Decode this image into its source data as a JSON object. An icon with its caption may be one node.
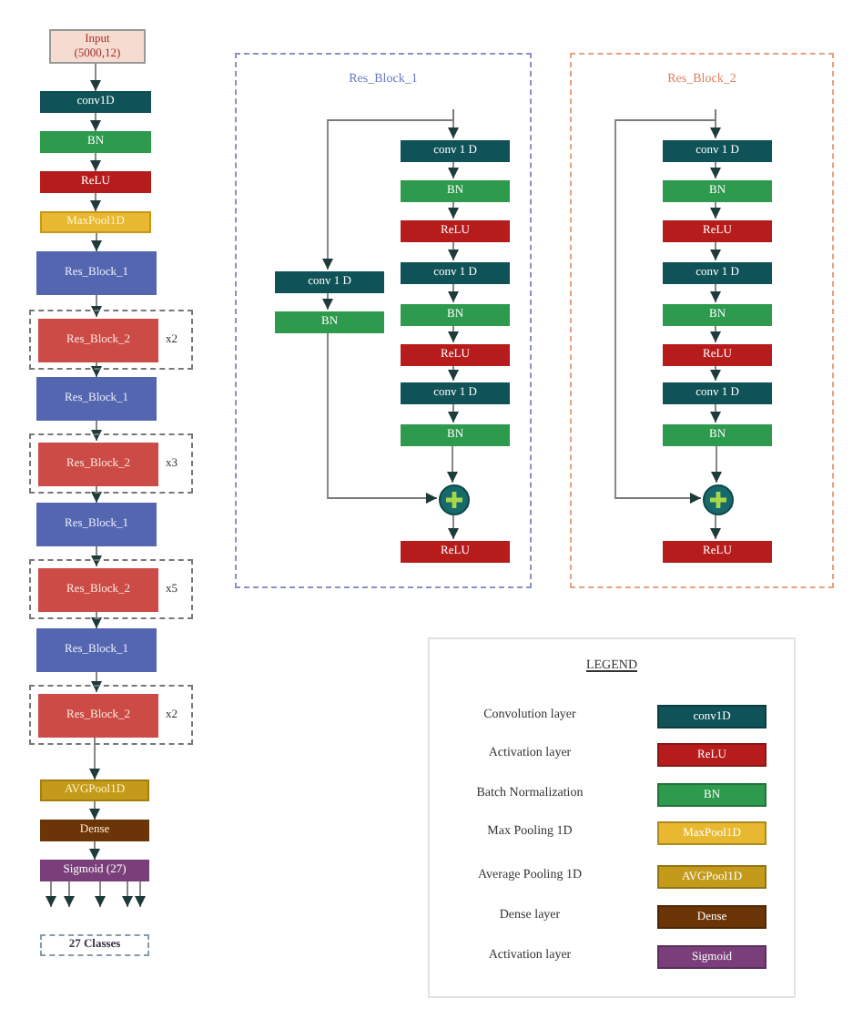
{
  "diagram": {
    "nodes": [
      {
        "text": [
          "Input (5000,12)"
        ]
      },
      {
        "text": [
          "conv1D"
        ]
      },
      {
        "text": [
          "BN"
        ]
      },
      {
        "text": [
          "ReLU"
        ]
      },
      {
        "text": [
          "MaxPool1D"
        ]
      },
      {
        "text": [
          "Res_Block_1"
        ]
      },
      {
        "text": [
          "x2"
        ]
      },
      {
        "text": [
          "Res_Block_2"
        ],
        "in": 6
      },
      {
        "text": [
          "Res_Block_1"
        ]
      },
      {
        "text": [
          "x3"
        ]
      },
      {
        "text": [
          "Res_Block_2"
        ],
        "in": 9
      },
      {
        "text": [
          "Res_Block_1"
        ]
      },
      {
        "text": [
          "x5"
        ]
      },
      {
        "text": [
          "Res_Block_2"
        ],
        "in": 12
      },
      {
        "text": [
          "Res_Block_1"
        ]
      },
      {
        "text": [
          "x2"
        ]
      },
      {
        "text": [
          "Res_Block_2"
        ],
        "in": 15
      },
      {
        "text": [
          "AVGPool1D"
        ]
      },
      {
        "text": [
          "Dense"
        ]
      },
      {
        "text": [
          "Sigmoid (27)"
        ]
      },
      {
        "text": [
          "27 Classes"
        ]
      },
      {
        "text": [
          "Res_Block_1"
        ]
      },
      {
        "text": [
          "conv 1 D"
        ],
        "in": 21
      },
      {
        "text": [
          "BN"
        ],
        "in": 21
      },
      {
        "text": [
          "ReLU"
        ],
        "in": 21
      },
      {
        "text": [
          "conv 1 D"
        ],
        "in": 21
      },
      {
        "text": [
          "BN"
        ],
        "in": 21
      },
      {
        "text": [
          "ReLU"
        ],
        "in": 21
      },
      {
        "text": [
          "conv 1 D"
        ],
        "in": 21
      },
      {
        "text": [
          "BN"
        ],
        "in": 21
      },
      {
        "text": [
          "conv 1 D"
        ],
        "in": 21
      },
      {
        "text": [
          "BN"
        ],
        "in": 21
      },
      {
        "text": [],
        "shape": "circle",
        "in": 21
      },
      {
        "text": [
          "ReLU"
        ],
        "in": 21
      },
      {
        "text": [
          "Res_Block_2"
        ]
      },
      {
        "text": [
          "conv 1 D"
        ],
        "in": 34
      },
      {
        "text": [
          "BN"
        ],
        "in": 34
      },
      {
        "text": [
          "ReLU"
        ],
        "in": 34
      },
      {
        "text": [
          "conv 1 D"
        ],
        "in": 34
      },
      {
        "text": [
          "BN"
        ],
        "in": 34
      },
      {
        "text": [
          "ReLU"
        ],
        "in": 34
      },
      {
        "text": [
          "conv 1 D"
        ],
        "in": 34
      },
      {
        "text": [
          "BN"
        ],
        "in": 34
      },
      {
        "text": [],
        "shape": "circle",
        "in": 34
      },
      {
        "text": [
          "ReLU"
        ],
        "in": 34
      }
    ],
    "edges": [
      {
        "from": 0,
        "to": 1,
        "arrow": "to"
      },
      {
        "from": 1,
        "to": 2,
        "arrow": "to"
      },
      {
        "from": 2,
        "to": 3,
        "arrow": "to"
      },
      {
        "from": 3,
        "to": 4,
        "arrow": "to"
      },
      {
        "from": 4,
        "to": 5,
        "arrow": "to"
      },
      {
        "from": 5,
        "to": 7,
        "arrow": "to"
      },
      {
        "from": 7,
        "to": 8,
        "arrow": "to"
      },
      {
        "from": 8,
        "to": 10,
        "arrow": "to"
      },
      {
        "from": 10,
        "to": 11,
        "arrow": "to"
      },
      {
        "from": 11,
        "to": 13,
        "arrow": "to"
      },
      {
        "from": 13,
        "to": 14,
        "arrow": "to"
      },
      {
        "from": 14,
        "to": 16,
        "arrow": "to"
      },
      {
        "from": 16,
        "to": 17,
        "arrow": "to"
      },
      {
        "from": 17,
        "to": 18,
        "arrow": "to"
      },
      {
        "from": 18,
        "to": 19,
        "arrow": "to"
      },
      {
        "from": 19,
        "to": null,
        "arrow": "to"
      },
      {
        "from": 19,
        "to": null,
        "arrow": "to"
      },
      {
        "from": 19,
        "to": null,
        "arrow": "to"
      },
      {
        "from": 19,
        "to": null,
        "arrow": "to"
      },
      {
        "from": 19,
        "to": null,
        "arrow": "to"
      },
      {
        "from": null,
        "to": 22,
        "arrow": "to"
      },
      {
        "from": null,
        "to": 30,
        "arrow": "to"
      },
      {
        "from": 22,
        "to": 23,
        "arrow": "to"
      },
      {
        "from": 23,
        "to": 24,
        "arrow": "to"
      },
      {
        "from": 24,
        "to": 25,
        "arrow": "to"
      },
      {
        "from": 25,
        "to": 26,
        "arrow": "to"
      },
      {
        "from": 26,
        "to": 27,
        "arrow": "to"
      },
      {
        "from": 27,
        "to": 28,
        "arrow": "to"
      },
      {
        "from": 28,
        "to": 29,
        "arrow": "to"
      },
      {
        "from": 29,
        "to": 32,
        "arrow": "to"
      },
      {
        "from": 30,
        "to": 31,
        "arrow": "to"
      },
      {
        "from": 31,
        "to": 32,
        "arrow": "to"
      },
      {
        "from": 32,
        "to": 33,
        "arrow": "to"
      },
      {
        "from": null,
        "to": 35,
        "arrow": "to"
      },
      {
        "from": null,
        "to": 43,
        "arrow": "to"
      },
      {
        "from": 35,
        "to": 36,
        "arrow": "to"
      },
      {
        "from": 36,
        "to": 37,
        "arrow": "to"
      },
      {
        "from": 37,
        "to": 38,
        "arrow": "to"
      },
      {
        "from": 38,
        "to": 39,
        "arrow": "to"
      },
      {
        "from": 39,
        "to": 40,
        "arrow": "to"
      },
      {
        "from": 40,
        "to": 41,
        "arrow": "to"
      },
      {
        "from": 41,
        "to": 42,
        "arrow": "to"
      },
      {
        "from": 42,
        "to": 43,
        "arrow": "to"
      },
      {
        "from": 43,
        "to": 44,
        "arrow": "to"
      }
    ],
    "labels": [
      "LEGEND",
      "conv1D",
      "ReLU",
      "BN",
      "MaxPool1D",
      "AVGPool1D",
      "Dense",
      "Sigmoid"
    ],
    "legend": [
      {
        "text": "Convolution layer",
        "color": "#0f5257"
      },
      {
        "text": "Activation layer",
        "color": "#b71c1c"
      },
      {
        "text": "Batch Normalization",
        "color": "#2e9a4e"
      },
      {
        "text": "Max Pooling 1D",
        "color": "#e8b830"
      },
      {
        "text": "Average Pooling 1D",
        "color": "#c49a1a"
      },
      {
        "text": "Dense layer",
        "color": "#6b3508"
      },
      {
        "text": "Activation layer",
        "color": "#7a3f7a"
      }
    ]
  }
}
